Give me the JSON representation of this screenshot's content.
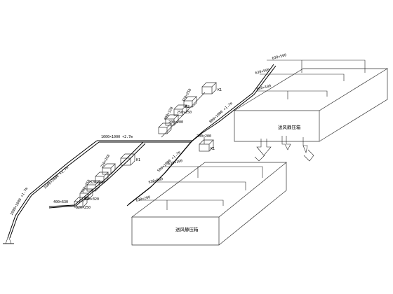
{
  "colors": {
    "line": "#000000",
    "background": "#ffffff"
  },
  "labels": {
    "main_trunk_up": "1600×1000 +2.7m",
    "main_riser_lower": "1600×1000 +1.7m",
    "main_riser_upper": "1600×1000 +1.7m",
    "junction": "200×200",
    "branch_upper_riser": "800×1000 +1.7m",
    "branch_lower_riser": "500×1000 +1.7m",
    "lower_main": "400×630",
    "upper_630_1": "630×500",
    "upper_630_2": "630×500",
    "upper_630_3": "630×100",
    "lower_630_1": "630×100",
    "lower_630_2": "630×500",
    "lower_630_3": "630×200",
    "unit_a1": "320×250",
    "unit_a2": "400×320",
    "unit_a3": "250×250",
    "unit_a4": "200×200",
    "unit_b1": "250×250",
    "unit_b2": "320×250",
    "unit_b3": "320×200",
    "unit_b4": "320×320",
    "unit_b5": "320×250",
    "tag_upper": "K1",
    "tag_lower": "K1",
    "tag_mid": "K1",
    "tag_right": "K2",
    "box_upper_label": "送风静压箱",
    "box_lower_label": "送风静压箱"
  }
}
